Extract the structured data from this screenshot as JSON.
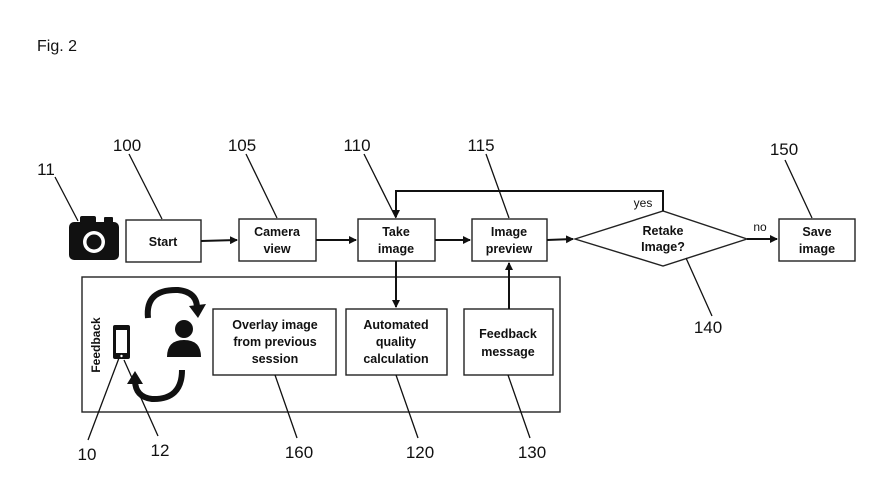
{
  "figure_label": "Fig. 2",
  "boxes": {
    "start": "Start",
    "camera_view": [
      "Camera",
      "view"
    ],
    "take_image": [
      "Take",
      "image"
    ],
    "image_preview": [
      "Image",
      "preview"
    ],
    "retake": [
      "Retake",
      "Image?"
    ],
    "save_image": [
      "Save",
      "image"
    ],
    "overlay": [
      "Overlay image",
      "from previous",
      "session"
    ],
    "automated": [
      "Automated",
      "quality",
      "calculation"
    ],
    "feedback_message": [
      "Feedback",
      "message"
    ],
    "feedback_panel": "Feedback"
  },
  "edge_labels": {
    "yes": "yes",
    "no": "no"
  },
  "refs": {
    "r11": "11",
    "r100": "100",
    "r105": "105",
    "r110": "110",
    "r115": "115",
    "r150": "150",
    "r140": "140",
    "r10": "10",
    "r12": "12",
    "r160": "160",
    "r120": "120",
    "r130": "130"
  },
  "icons": [
    "camera-icon",
    "phone-icon",
    "person-icon",
    "cycle-arrows-icon"
  ]
}
